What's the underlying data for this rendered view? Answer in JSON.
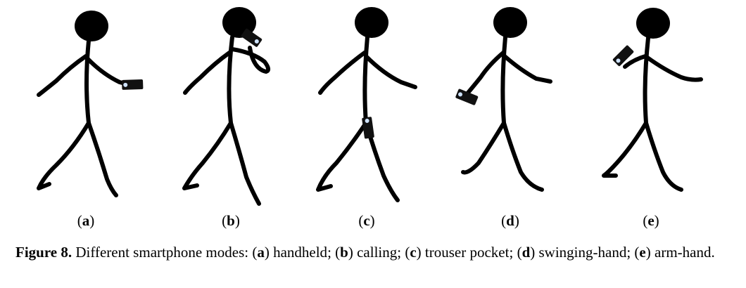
{
  "panels": [
    {
      "letter": "a",
      "mode": "handheld"
    },
    {
      "letter": "b",
      "mode": "calling"
    },
    {
      "letter": "c",
      "mode": "trouser pocket"
    },
    {
      "letter": "d",
      "mode": "swinging-hand"
    },
    {
      "letter": "e",
      "mode": "arm-hand"
    }
  ],
  "caption": {
    "label": "Figure 8.",
    "intro": "Different smartphone modes:",
    "sep": ";",
    "end": "."
  },
  "colors": {
    "figure": "#000000",
    "phone_body": "#111111",
    "phone_screen_glow": "#cfe3ff"
  }
}
